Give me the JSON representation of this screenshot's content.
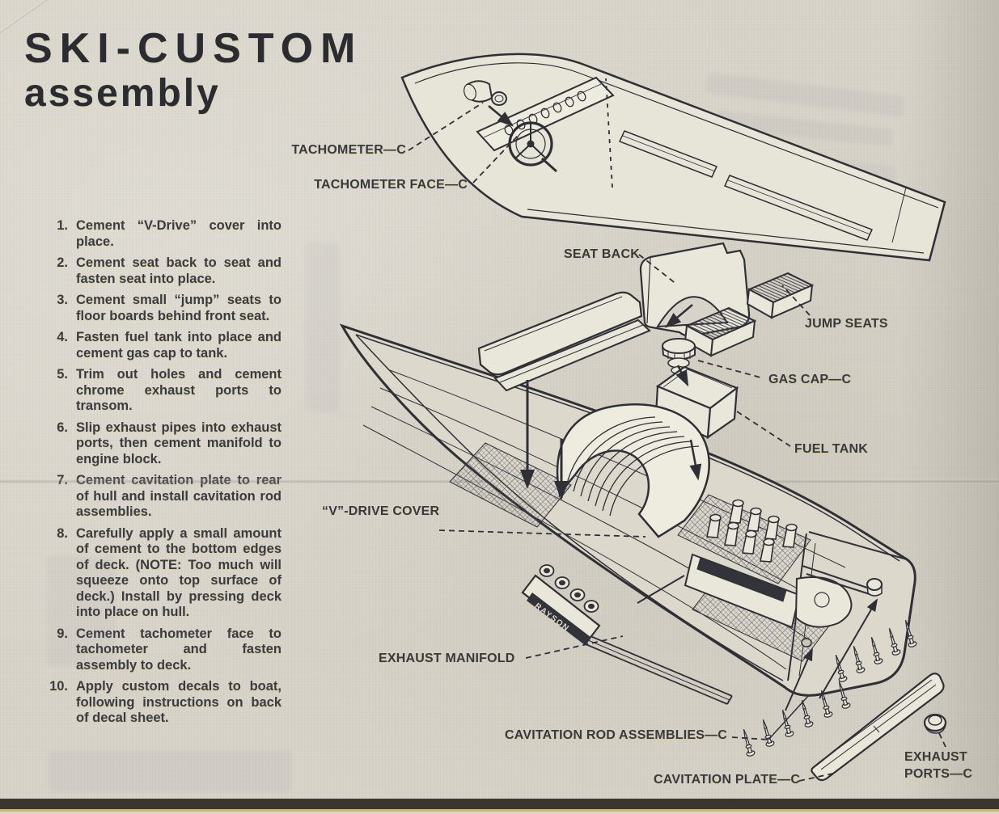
{
  "page": {
    "title_line1": "SKI-CUSTOM",
    "title_line2": "assembly"
  },
  "instructions": {
    "items": [
      {
        "number": "1.",
        "text": "Cement “V-Drive” cover into place."
      },
      {
        "number": "2.",
        "text": "Cement seat back to seat and fasten seat into place."
      },
      {
        "number": "3.",
        "text": "Cement small “jump” seats to floor boards behind front seat."
      },
      {
        "number": "4.",
        "text": "Fasten fuel tank into place and cement gas cap to tank."
      },
      {
        "number": "5.",
        "text": "Trim out holes and cement chrome exhaust ports to transom."
      },
      {
        "number": "6.",
        "text": "Slip exhaust pipes into exhaust ports, then cement manifold to engine block."
      },
      {
        "number": "7.",
        "text": "Cement cavitation plate to rear of hull and install cavitation rod assemblies."
      },
      {
        "number": "8.",
        "text": "Carefully apply a small amount of cement to the bottom edges of deck. (NOTE: Too much will squeeze onto top surface of deck.) Install by pressing deck into place on hull."
      },
      {
        "number": "9.",
        "text": "Cement tachometer face to tachometer and fasten assembly to deck."
      },
      {
        "number": "10.",
        "text": "Apply custom decals to boat, following instructions on back of decal sheet."
      }
    ]
  },
  "diagram": {
    "labels": {
      "tachometer": "TACHOMETER—C",
      "tachometer_face": "TACHOMETER FACE—C",
      "seat_back": "SEAT BACK",
      "jump_seats": "JUMP SEATS",
      "gas_cap": "GAS CAP—C",
      "fuel_tank": "FUEL TANK",
      "v_drive_cover": "“V”-DRIVE COVER",
      "exhaust_manifold": "EXHAUST MANIFOLD",
      "cavitation_rods": "CAVITATION ROD ASSEMBLIES—C",
      "cavitation_plate": "CAVITATION PLATE—C",
      "exhaust_ports_line1": "EXHAUST",
      "exhaust_ports_line2": "PORTS—C"
    },
    "manifold_brand": "RAYSON"
  },
  "colors": {
    "paper": "#d7d3c8",
    "ink": "#2f2f36",
    "band_dark": "#3b3530",
    "band_yellow": "#cdbd4e"
  }
}
